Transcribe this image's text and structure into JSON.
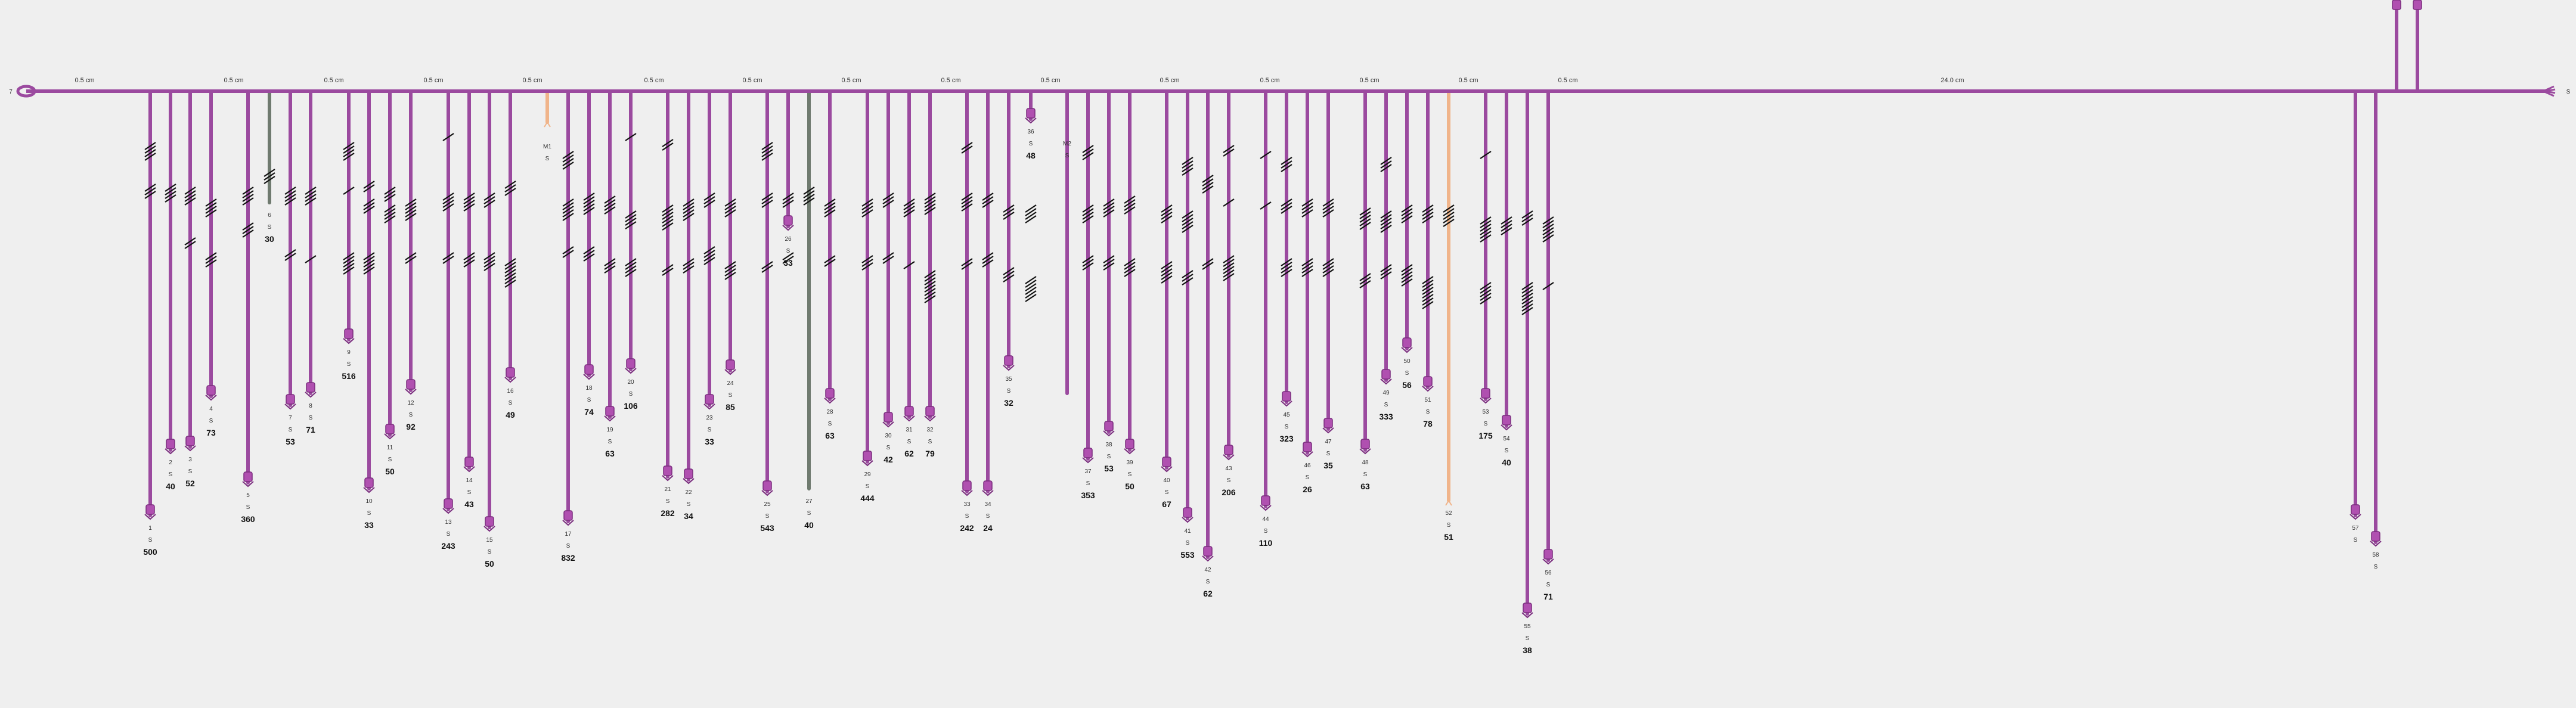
{
  "colors": {
    "primary": "#9b4a9f",
    "grey": "#6f7a6f",
    "peach": "#f0b48a",
    "knot": "#b050b0",
    "text": "#222222",
    "background": "#efefef"
  },
  "primary_cord": {
    "start_label": "7",
    "end_label": "S"
  },
  "spacings": [
    "0.5 cm",
    "0.5 cm",
    "0.5 cm",
    "0.5 cm",
    "0.5 cm",
    "0.5 cm",
    "0.5 cm",
    "0.5 cm",
    "0.5 cm",
    "0.5 cm",
    "0.5 cm",
    "0.5 cm",
    "0.5 cm",
    "0.5 cm",
    "0.5 cm",
    "24.0 cm"
  ],
  "cords": [
    {
      "id": "1",
      "ply": "S",
      "value": "500",
      "color": "primary"
    },
    {
      "id": "2",
      "ply": "S",
      "value": "40",
      "color": "primary"
    },
    {
      "id": "3",
      "ply": "S",
      "value": "52",
      "color": "primary"
    },
    {
      "id": "4",
      "ply": "S",
      "value": "73",
      "color": "primary"
    },
    {
      "id": "5",
      "ply": "S",
      "value": "360",
      "color": "primary"
    },
    {
      "id": "6",
      "ply": "S",
      "value": "30",
      "color": "grey"
    },
    {
      "id": "7",
      "ply": "S",
      "value": "53",
      "color": "primary"
    },
    {
      "id": "8",
      "ply": "S",
      "value": "71",
      "color": "primary"
    },
    {
      "id": "9",
      "ply": "S",
      "value": "516",
      "color": "primary"
    },
    {
      "id": "10",
      "ply": "S",
      "value": "33",
      "color": "primary"
    },
    {
      "id": "11",
      "ply": "S",
      "value": "50",
      "color": "primary"
    },
    {
      "id": "12",
      "ply": "S",
      "value": "92",
      "color": "primary"
    },
    {
      "id": "13",
      "ply": "S",
      "value": "243",
      "color": "primary"
    },
    {
      "id": "14",
      "ply": "S",
      "value": "43",
      "color": "primary"
    },
    {
      "id": "15",
      "ply": "S",
      "value": "50",
      "color": "primary"
    },
    {
      "id": "16",
      "ply": "S",
      "value": "49",
      "color": "primary"
    },
    {
      "id": "M1",
      "ply": "S",
      "value": "",
      "color": "peach"
    },
    {
      "id": "17",
      "ply": "S",
      "value": "832",
      "color": "primary"
    },
    {
      "id": "18",
      "ply": "S",
      "value": "74",
      "color": "primary"
    },
    {
      "id": "19",
      "ply": "S",
      "value": "63",
      "color": "primary"
    },
    {
      "id": "20",
      "ply": "S",
      "value": "106",
      "color": "primary"
    },
    {
      "id": "21",
      "ply": "S",
      "value": "282",
      "color": "primary"
    },
    {
      "id": "22",
      "ply": "S",
      "value": "34",
      "color": "primary"
    },
    {
      "id": "23",
      "ply": "S",
      "value": "33",
      "color": "primary"
    },
    {
      "id": "24",
      "ply": "S",
      "value": "85",
      "color": "primary"
    },
    {
      "id": "25",
      "ply": "S",
      "value": "543",
      "color": "primary"
    },
    {
      "id": "26",
      "ply": "S",
      "value": "33",
      "color": "primary"
    },
    {
      "id": "27",
      "ply": "S",
      "value": "40",
      "color": "grey"
    },
    {
      "id": "28",
      "ply": "S",
      "value": "63",
      "color": "primary"
    },
    {
      "id": "29",
      "ply": "S",
      "value": "444",
      "color": "primary"
    },
    {
      "id": "30",
      "ply": "S",
      "value": "42",
      "color": "primary"
    },
    {
      "id": "31",
      "ply": "S",
      "value": "62",
      "color": "primary"
    },
    {
      "id": "32",
      "ply": "S",
      "value": "79",
      "color": "primary"
    },
    {
      "id": "33",
      "ply": "S",
      "value": "242",
      "color": "primary"
    },
    {
      "id": "34",
      "ply": "S",
      "value": "24",
      "color": "primary"
    },
    {
      "id": "35",
      "ply": "S",
      "value": "32",
      "color": "primary"
    },
    {
      "id": "36",
      "ply": "S",
      "value": "48",
      "color": "primary"
    },
    {
      "id": "M2",
      "ply": "S",
      "value": "",
      "color": "primary"
    },
    {
      "id": "37",
      "ply": "S",
      "value": "353",
      "color": "primary"
    },
    {
      "id": "38",
      "ply": "S",
      "value": "53",
      "color": "primary"
    },
    {
      "id": "39",
      "ply": "S",
      "value": "50",
      "color": "primary"
    },
    {
      "id": "40",
      "ply": "S",
      "value": "67",
      "color": "primary"
    },
    {
      "id": "41",
      "ply": "S",
      "value": "553",
      "color": "primary"
    },
    {
      "id": "42",
      "ply": "S",
      "value": "62",
      "color": "primary"
    },
    {
      "id": "43",
      "ply": "S",
      "value": "206",
      "color": "primary"
    },
    {
      "id": "44",
      "ply": "S",
      "value": "110",
      "color": "primary"
    },
    {
      "id": "45",
      "ply": "S",
      "value": "323",
      "color": "primary"
    },
    {
      "id": "46",
      "ply": "S",
      "value": "26",
      "color": "primary"
    },
    {
      "id": "47",
      "ply": "S",
      "value": "35",
      "color": "primary"
    },
    {
      "id": "48",
      "ply": "S",
      "value": "63",
      "color": "primary"
    },
    {
      "id": "49",
      "ply": "S",
      "value": "333",
      "color": "primary"
    },
    {
      "id": "50",
      "ply": "S",
      "value": "56",
      "color": "primary"
    },
    {
      "id": "51",
      "ply": "S",
      "value": "78",
      "color": "primary"
    },
    {
      "id": "52",
      "ply": "S",
      "value": "51",
      "color": "peach"
    },
    {
      "id": "53",
      "ply": "S",
      "value": "175",
      "color": "primary"
    },
    {
      "id": "54",
      "ply": "S",
      "value": "40",
      "color": "primary"
    },
    {
      "id": "55",
      "ply": "S",
      "value": "38",
      "color": "primary"
    },
    {
      "id": "56",
      "ply": "S",
      "value": "71",
      "color": "primary"
    },
    {
      "id": "57",
      "ply": "S",
      "value": "",
      "color": "primary"
    },
    {
      "id": "58",
      "ply": "S",
      "value": "",
      "color": "primary"
    },
    {
      "id": "59",
      "ply": "S",
      "value": "",
      "color": "primary"
    },
    {
      "id": "60",
      "ply": "S",
      "value": "",
      "color": "primary"
    }
  ]
}
